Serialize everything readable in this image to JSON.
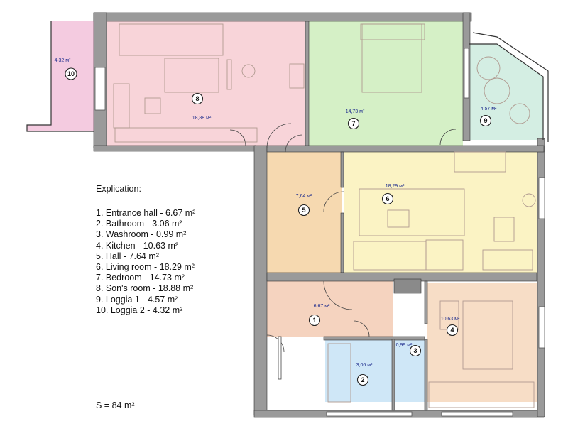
{
  "explication": {
    "title": "Explication:",
    "items": [
      {
        "label": "1. Entrance hall - 6.67 m²"
      },
      {
        "label": "2. Bathroom - 3.06 m²"
      },
      {
        "label": "3. Washroom - 0.99 m²"
      },
      {
        "label": "4. Kitchen - 10.63 m²"
      },
      {
        "label": "5. Hall - 7.64 m²"
      },
      {
        "label": "6. Living room - 18.29 m²"
      },
      {
        "label": "7. Bedroom - 14.73 m²"
      },
      {
        "label": "8. Son's room - 18.88 m²"
      },
      {
        "label": "9. Loggia 1 - 4.57 m²"
      },
      {
        "label": "10. Loggia 2 - 4.32 m²"
      }
    ]
  },
  "total": "S = 84 m²",
  "rooms": [
    {
      "id": "entrance-hall",
      "number": "1",
      "area": "6,67 м²",
      "color": "#f5d3bf"
    },
    {
      "id": "bathroom",
      "number": "2",
      "area": "3,06 м²",
      "color": "#cfe7f7"
    },
    {
      "id": "washroom",
      "number": "3",
      "area": "0,99 м²",
      "color": "#cfe7f7"
    },
    {
      "id": "kitchen",
      "number": "4",
      "area": "10,63 м²",
      "color": "#f7ddc6"
    },
    {
      "id": "hall",
      "number": "5",
      "area": "7,64 м²",
      "color": "#f6d9b0"
    },
    {
      "id": "living-room",
      "number": "6",
      "area": "18,29 м²",
      "color": "#fbf3c4"
    },
    {
      "id": "bedroom",
      "number": "7",
      "area": "14,73 м²",
      "color": "#d5f0c6"
    },
    {
      "id": "sons-room",
      "number": "8",
      "area": "18,88 м²",
      "color": "#f8d4d9"
    },
    {
      "id": "loggia-1",
      "number": "9",
      "area": "4,57 м²",
      "color": "#d4eee3"
    },
    {
      "id": "loggia-2",
      "number": "10",
      "area": "4,32 м²",
      "color": "#f4cbe0"
    }
  ],
  "colors": {
    "wall": "#9a9a9a",
    "outline": "#444444",
    "furniture": "#b09a90"
  }
}
